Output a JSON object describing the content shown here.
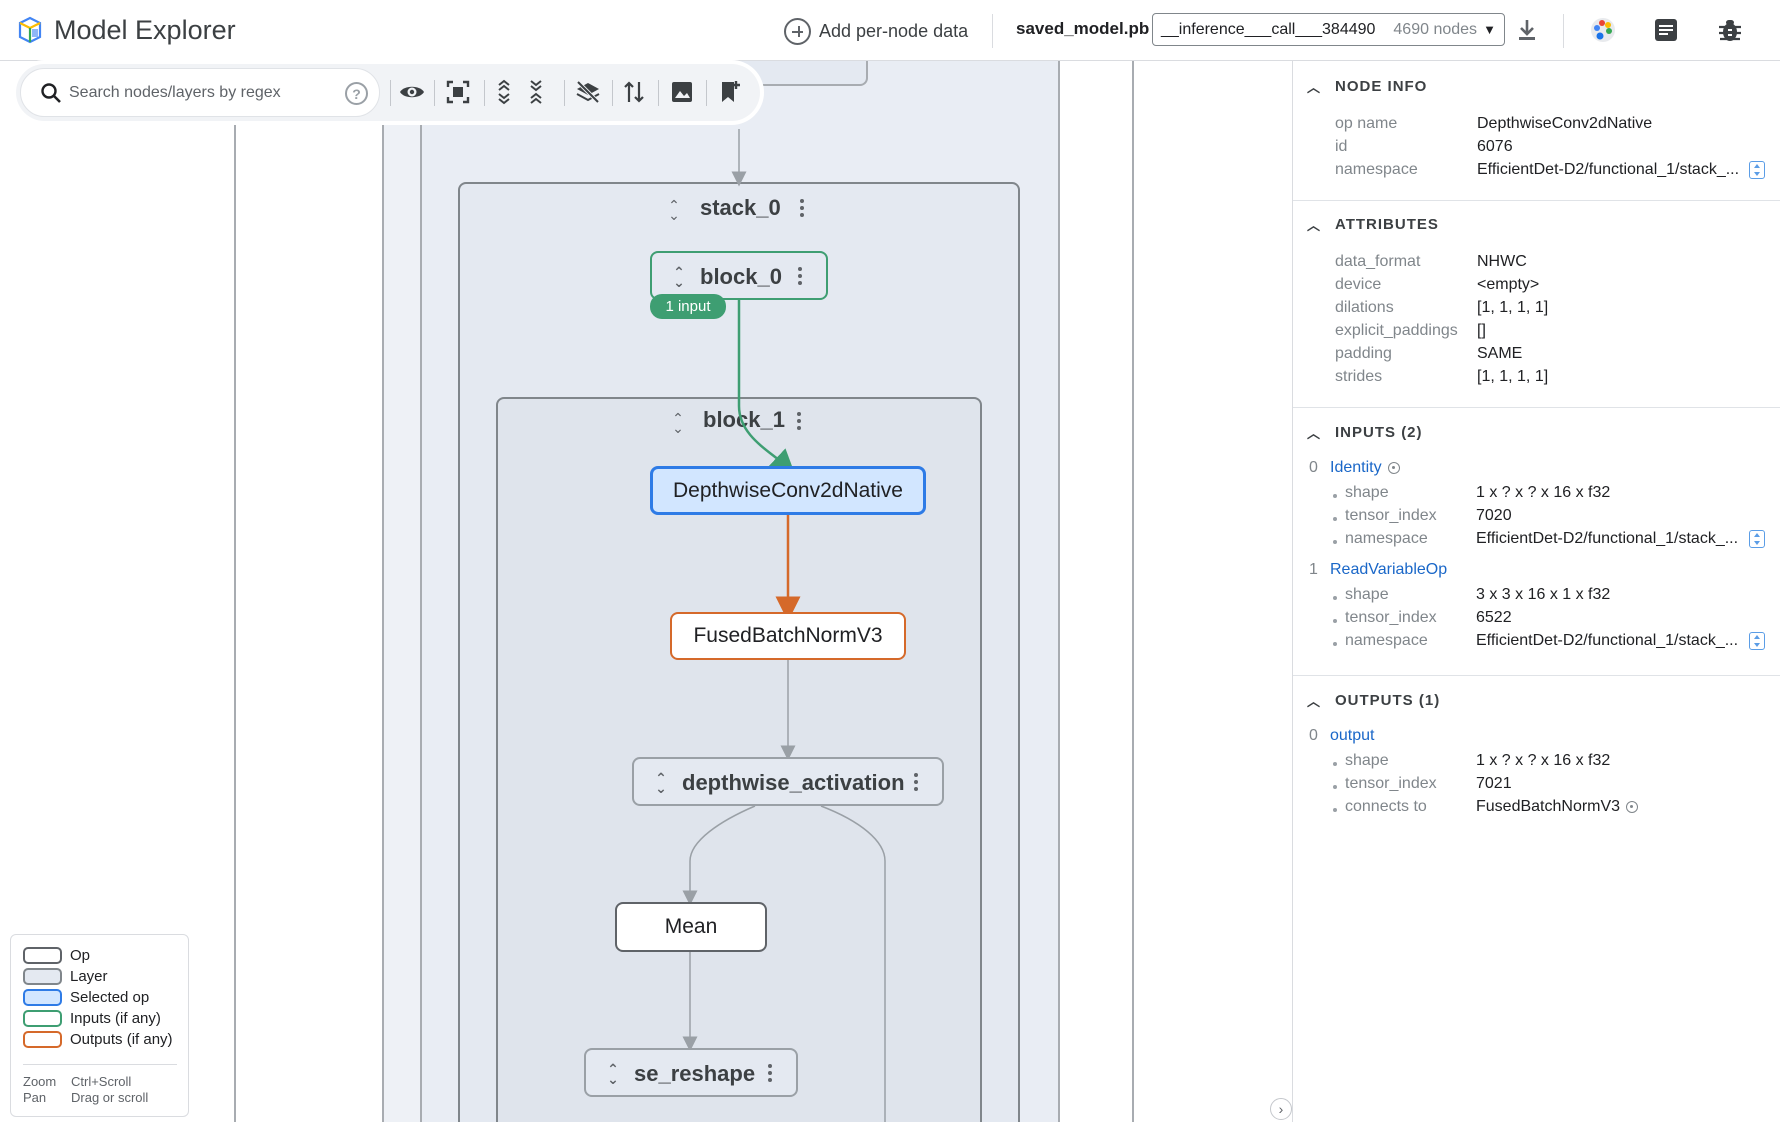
{
  "app": {
    "title": "Model Explorer"
  },
  "header": {
    "add_data_label": "Add per-node data",
    "model_file": "saved_model.pb",
    "graph_name": "__inference___call___384490",
    "node_count": "4690 nodes"
  },
  "toolbar": {
    "search_placeholder": "Search nodes/layers by regex",
    "help_label": "?"
  },
  "graph": {
    "layers": {
      "stack_0": "stack_0",
      "block_0": "block_0",
      "block_1": "block_1",
      "depthwise_activation": "depthwise_activation",
      "se_reshape": "se_reshape"
    },
    "input_badge": "1 input",
    "nodes": {
      "selected": "DepthwiseConv2dNative",
      "output": "FusedBatchNormV3",
      "mean": "Mean"
    }
  },
  "legend": {
    "items": [
      {
        "label": "Op",
        "fill": "#ffffff",
        "border": "#5f6368"
      },
      {
        "label": "Layer",
        "fill": "#e4e9f1",
        "border": "#80868b"
      },
      {
        "label": "Selected op",
        "fill": "#d2e6ff",
        "border": "#2e7be6"
      },
      {
        "label": "Inputs (if any)",
        "fill": "#ffffff",
        "border": "#3e9e72"
      },
      {
        "label": "Outputs (if any)",
        "fill": "#ffffff",
        "border": "#d5692a"
      }
    ],
    "help": [
      {
        "action": "Zoom",
        "keys": "Ctrl+Scroll"
      },
      {
        "action": "Pan",
        "keys": "Drag or scroll"
      }
    ]
  },
  "side_panel": {
    "node_info": {
      "title": "NODE INFO",
      "rows": [
        {
          "key": "op name",
          "value": "DepthwiseConv2dNative"
        },
        {
          "key": "id",
          "value": "6076"
        },
        {
          "key": "namespace",
          "value": "EfficientDet-D2/functional_1/stack_..."
        }
      ]
    },
    "attributes": {
      "title": "ATTRIBUTES",
      "rows": [
        {
          "key": "data_format",
          "value": "NHWC"
        },
        {
          "key": "device",
          "value": "<empty>"
        },
        {
          "key": "dilations",
          "value": "[1, 1, 1, 1]"
        },
        {
          "key": "explicit_paddings",
          "value": "[]"
        },
        {
          "key": "padding",
          "value": "SAME"
        },
        {
          "key": "strides",
          "value": "[1, 1, 1, 1]"
        }
      ]
    },
    "inputs": {
      "title": "INPUTS (2)",
      "items": [
        {
          "index": "0",
          "name": "Identity",
          "rows": [
            {
              "key": "shape",
              "value": "1 x ? x ? x 16 x f32"
            },
            {
              "key": "tensor_index",
              "value": "7020"
            },
            {
              "key": "namespace",
              "value": "EfficientDet-D2/functional_1/stack_..."
            }
          ]
        },
        {
          "index": "1",
          "name": "ReadVariableOp",
          "rows": [
            {
              "key": "shape",
              "value": "3 x 3 x 16 x 1 x f32"
            },
            {
              "key": "tensor_index",
              "value": "6522"
            },
            {
              "key": "namespace",
              "value": "EfficientDet-D2/functional_1/stack_..."
            }
          ]
        }
      ]
    },
    "outputs": {
      "title": "OUTPUTS (1)",
      "items": [
        {
          "index": "0",
          "name": "output",
          "rows": [
            {
              "key": "shape",
              "value": "1 x ? x ? x 16 x f32"
            },
            {
              "key": "tensor_index",
              "value": "7021"
            },
            {
              "key": "connects to",
              "value": "FusedBatchNormV3"
            }
          ]
        }
      ]
    }
  },
  "colors": {
    "selected": "#2e7be6",
    "input": "#3e9e72",
    "output": "#d5692a",
    "link": "#1a67c8"
  }
}
